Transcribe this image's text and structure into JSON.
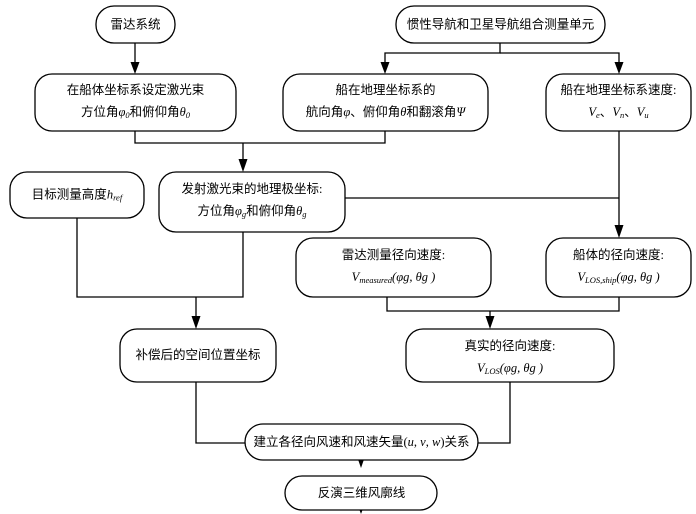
{
  "diagram": {
    "title": "船载激光测风雷达三维风廓线反演流程图",
    "type": "flowchart",
    "background_color": "#ffffff",
    "line_color": "#000000",
    "box_fill": "#ffffff"
  },
  "nodes": {
    "radar_system": {
      "id": "radar-system",
      "lines": [
        "雷达系统"
      ],
      "shape": "rounded-rect"
    },
    "ins_gnss_unit": {
      "id": "ins-gnss-unit",
      "lines": [
        "惯性导航和卫星导航组合测量单元"
      ],
      "shape": "rounded-rect"
    },
    "beam_body_frame": {
      "id": "beam-body-frame",
      "lines": [
        "在船体坐标系设定激光束",
        "方位角φ₀和俯仰角θ₀"
      ],
      "line1": "在船体坐标系设定激光束",
      "line2_prefix": "方位角",
      "line2_sym1": "φ",
      "line2_sub1": "0",
      "line2_mid": "和俯仰角",
      "line2_sym2": "θ",
      "line2_sub2": "0",
      "shape": "rounded-rect"
    },
    "ship_attitude": {
      "id": "ship-attitude",
      "line1": "船在地理坐标系的",
      "line2_a": "航向角",
      "line2_sym1": "φ",
      "line2_b": "、俯仰角",
      "line2_sym2": "θ",
      "line2_c": "和翻滚角",
      "line2_sym3": "Ψ",
      "shape": "rounded-rect"
    },
    "ship_velocity": {
      "id": "ship-velocity",
      "line1": "船在地理坐标系速度:",
      "line2_v1": "V",
      "line2_s1": "e",
      "line2_sep1": "、",
      "line2_v2": "V",
      "line2_s2": "n",
      "line2_sep2": "、",
      "line2_v3": "V",
      "line2_s3": "u",
      "shape": "rounded-rect"
    },
    "target_height": {
      "id": "target-height",
      "line1_text": "目标测量高度",
      "line1_sym": "h",
      "line1_sub": "ref",
      "shape": "rounded-rect"
    },
    "beam_geo_polar": {
      "id": "beam-geo-polar",
      "line1": "发射激光束的地理极坐标:",
      "line2_prefix": "方位角",
      "line2_sym1": "φ",
      "line2_sub1": "g",
      "line2_mid": "和俯仰角",
      "line2_sym2": "θ",
      "line2_sub2": "g",
      "shape": "rounded-rect"
    },
    "radar_radial_velocity": {
      "id": "radar-radial-velocity",
      "line1": "雷达测量径向速度:",
      "line2_v": "V",
      "line2_sub": "measured",
      "line2_args": "(φg, θg )",
      "shape": "rounded-rect"
    },
    "ship_radial_velocity": {
      "id": "ship-radial-velocity",
      "line1": "船体的径向速度:",
      "line2_v": "V",
      "line2_sub": "LOS,ship",
      "line2_args": "(φg, θg )",
      "shape": "rounded-rect"
    },
    "compensated_position": {
      "id": "compensated-position",
      "lines": [
        "补偿后的空间位置坐标"
      ],
      "shape": "rounded-rect"
    },
    "true_radial_velocity": {
      "id": "true-radial-velocity",
      "line1": "真实的径向速度:",
      "line2_v": "V",
      "line2_sub": "LOS",
      "line2_args": "(φg, θg )",
      "shape": "rounded-rect"
    },
    "wind_relation": {
      "id": "wind-relation",
      "line_a": "建立各径向风速和风速矢量(",
      "line_u": "u",
      "line_sep1": ", ",
      "line_v": "v",
      "line_sep2": ", ",
      "line_w": "w",
      "line_b": ")关系",
      "shape": "rounded-rect"
    },
    "retrieve_profile": {
      "id": "retrieve-profile",
      "lines": [
        "反演三维风廓线"
      ],
      "shape": "rounded-rect"
    }
  },
  "edges": [
    {
      "from": "radar_system",
      "to": "beam_body_frame",
      "kind": "straight-down"
    },
    {
      "from": "ins_gnss_unit",
      "to": "ship_attitude",
      "kind": "split-left"
    },
    {
      "from": "ins_gnss_unit",
      "to": "ship_velocity",
      "kind": "split-right"
    },
    {
      "from": "beam_body_frame",
      "to": "beam_geo_polar",
      "kind": "merge"
    },
    {
      "from": "ship_attitude",
      "to": "beam_geo_polar",
      "kind": "merge"
    },
    {
      "from": "beam_geo_polar",
      "to": "ship_radial_velocity",
      "kind": "right-then-down"
    },
    {
      "from": "ship_velocity",
      "to": "ship_radial_velocity",
      "kind": "straight-down"
    },
    {
      "from": "target_height",
      "to": "compensated_position",
      "kind": "merge"
    },
    {
      "from": "beam_geo_polar",
      "to": "compensated_position",
      "kind": "merge"
    },
    {
      "from": "radar_radial_velocity",
      "to": "true_radial_velocity",
      "kind": "merge"
    },
    {
      "from": "ship_radial_velocity",
      "to": "true_radial_velocity",
      "kind": "merge"
    },
    {
      "from": "compensated_position",
      "to": "wind_relation",
      "kind": "merge"
    },
    {
      "from": "true_radial_velocity",
      "to": "wind_relation",
      "kind": "merge"
    },
    {
      "from": "wind_relation",
      "to": "retrieve_profile",
      "kind": "straight-down"
    }
  ]
}
